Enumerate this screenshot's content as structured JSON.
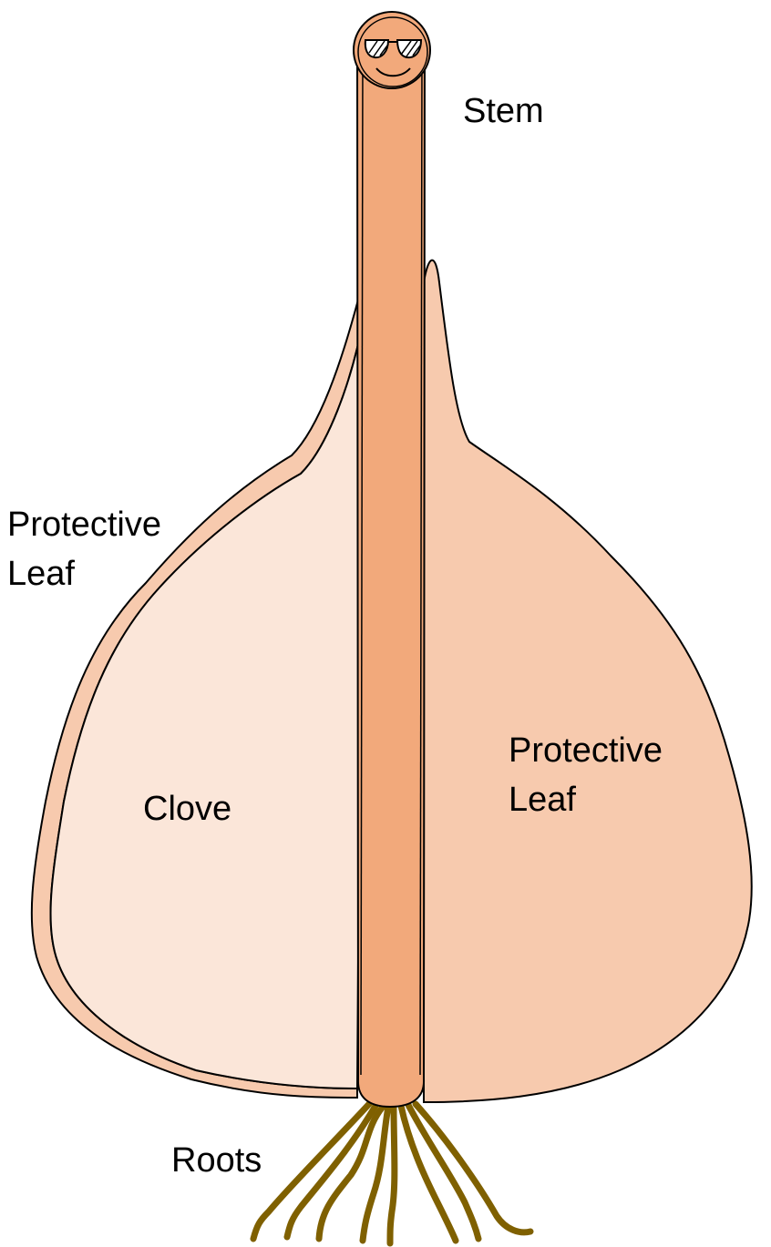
{
  "labels": {
    "stem": "Stem",
    "protective_leaf_left_line1": "Protective",
    "protective_leaf_left_line2": "Leaf",
    "protective_leaf_right_line1": "Protective",
    "protective_leaf_right_line2": "Leaf",
    "clove": "Clove",
    "roots": "Roots"
  },
  "colors": {
    "stem": "#F2A97B",
    "protective_leaf": "#F7CAAE",
    "clove": "#FBE6D9",
    "outline": "#000000",
    "roots": "#7F6000"
  },
  "icons": {
    "face": "smiling-face-with-sunglasses-icon"
  }
}
